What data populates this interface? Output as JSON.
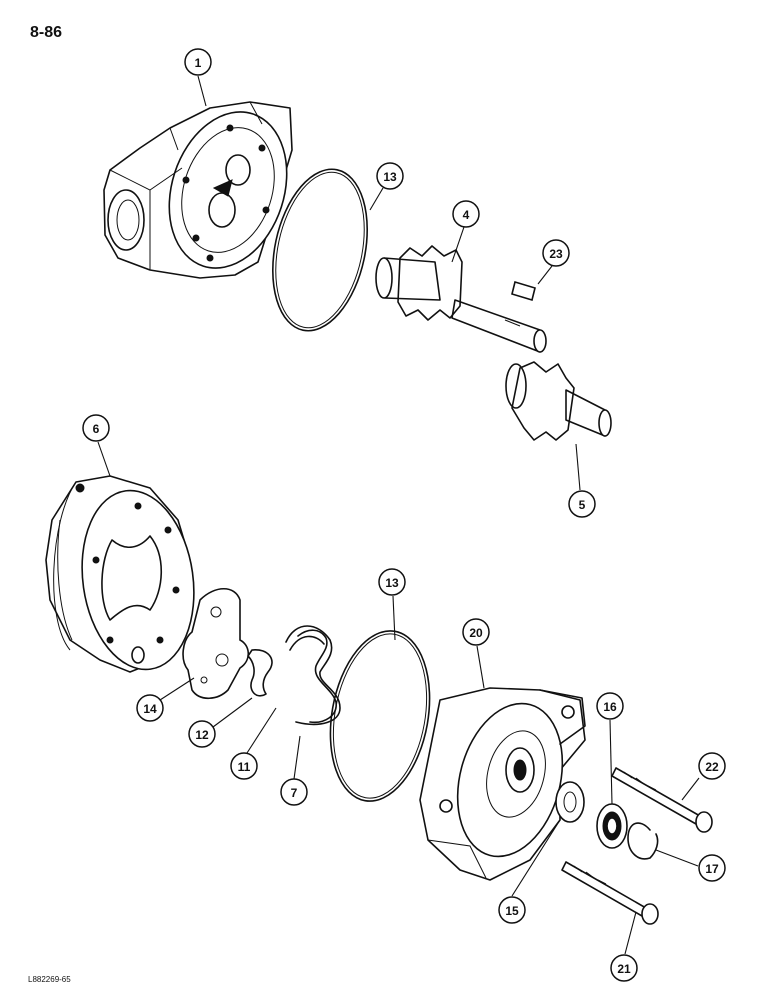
{
  "page_number": "8-86",
  "figure_code": "L882269-65",
  "callouts": [
    {
      "id": "c1",
      "label": "1"
    },
    {
      "id": "c13a",
      "label": "13"
    },
    {
      "id": "c4",
      "label": "4"
    },
    {
      "id": "c23",
      "label": "23"
    },
    {
      "id": "c5",
      "label": "5"
    },
    {
      "id": "c6",
      "label": "6"
    },
    {
      "id": "c13b",
      "label": "13"
    },
    {
      "id": "c20",
      "label": "20"
    },
    {
      "id": "c14",
      "label": "14"
    },
    {
      "id": "c12",
      "label": "12"
    },
    {
      "id": "c11",
      "label": "11"
    },
    {
      "id": "c7",
      "label": "7"
    },
    {
      "id": "c16",
      "label": "16"
    },
    {
      "id": "c22",
      "label": "22"
    },
    {
      "id": "c17",
      "label": "17"
    },
    {
      "id": "c15",
      "label": "15"
    },
    {
      "id": "c21",
      "label": "21"
    }
  ]
}
